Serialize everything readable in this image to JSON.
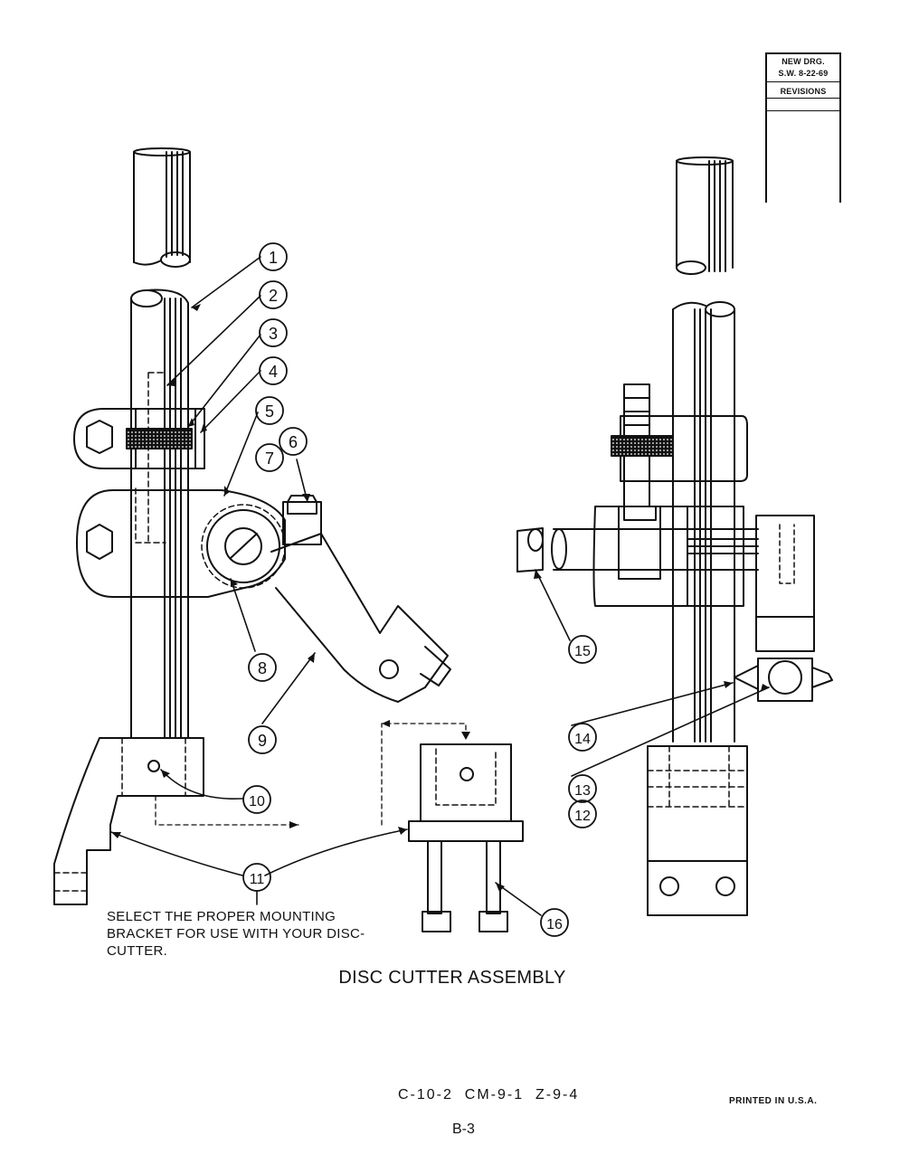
{
  "revision_block": {
    "line1": "NEW DRG.",
    "line2": "S.W. 8-22-69",
    "header": "REVISIONS"
  },
  "callouts": [
    {
      "id": "1",
      "label": "1"
    },
    {
      "id": "2",
      "label": "2"
    },
    {
      "id": "3",
      "label": "3"
    },
    {
      "id": "4",
      "label": "4"
    },
    {
      "id": "5",
      "label": "5"
    },
    {
      "id": "6",
      "label": "6"
    },
    {
      "id": "7",
      "label": "7"
    },
    {
      "id": "8",
      "label": "8"
    },
    {
      "id": "9",
      "label": "9"
    },
    {
      "id": "10",
      "label": "10"
    },
    {
      "id": "11",
      "label": "11"
    },
    {
      "id": "12",
      "label": "12"
    },
    {
      "id": "13",
      "label": "13"
    },
    {
      "id": "14",
      "label": "14"
    },
    {
      "id": "15",
      "label": "15"
    },
    {
      "id": "16",
      "label": "16"
    }
  ],
  "note": "SELECT THE PROPER MOUNTING BRACKET FOR USE WITH YOUR DISC-CUTTER.",
  "note_lines": [
    "SELECT THE PROPER MOUNTING",
    "BRACKET FOR USE WITH YOUR DISC-",
    "CUTTER."
  ],
  "title": "DISC CUTTER ASSEMBLY",
  "drawing_codes": "C-10-2  CM-9-1  Z-9-4",
  "printed_in": "PRINTED IN U.S.A.",
  "page_number": "B-3"
}
